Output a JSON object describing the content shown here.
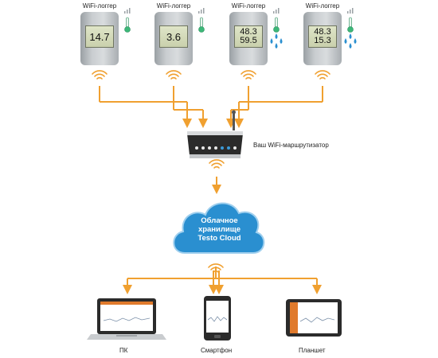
{
  "loggers": [
    {
      "title": "WiFi-логгер",
      "line1": "14.7",
      "line2": "",
      "drops": false
    },
    {
      "title": "WiFi-логгер",
      "line1": "3.6",
      "line2": "",
      "drops": false
    },
    {
      "title": "WiFi-логгер",
      "line1": "48.3",
      "line2": "59.5",
      "drops": true
    },
    {
      "title": "WiFi-логгер",
      "line1": "48.3",
      "line2": "15.3",
      "drops": true
    }
  ],
  "router": {
    "label": "Ваш WiFi-маршрутизатор"
  },
  "cloud": {
    "line1": "Облачное",
    "line2": "хранилище",
    "line3": "Testo Cloud"
  },
  "devices": [
    {
      "label": "ПК"
    },
    {
      "label": "Смартфон"
    },
    {
      "label": "Планшет"
    }
  ],
  "colors": {
    "arrow": "#f0a030",
    "cloud": "#2a8fd0",
    "thermometer": "#3cb878"
  }
}
